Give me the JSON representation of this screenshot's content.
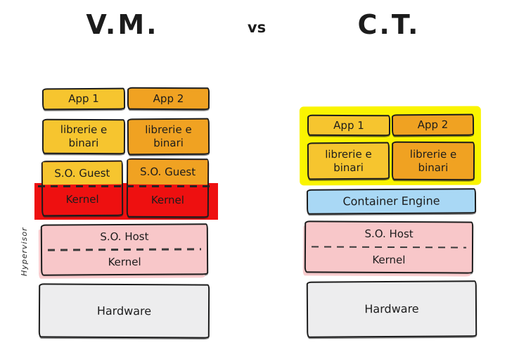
{
  "titles": {
    "left": "V.M.",
    "versus": "vs",
    "right": "C.T."
  },
  "colors": {
    "gold": "#F6C52F",
    "orange": "#F0A222",
    "red": "#EE1010",
    "pink": "#F8C7C9",
    "blue": "#A9D8F5",
    "gray": "#EDEDEE",
    "highlight": "#FAF400",
    "ink": "#1C1C1C"
  },
  "vm": {
    "apps": [
      "App 1",
      "App 2"
    ],
    "libs": [
      "librerie e\nbinari",
      "librerie e\nbinari"
    ],
    "guests": [
      {
        "os": "S.O. Guest",
        "kernel": "Kernel"
      },
      {
        "os": "S.O. Guest",
        "kernel": "Kernel"
      }
    ],
    "host": {
      "os": "S.O. Host",
      "kernel": "Kernel"
    },
    "hypervisor": "Hypervisor",
    "hardware": "Hardware"
  },
  "ct": {
    "apps": [
      "App 1",
      "App 2"
    ],
    "libs": [
      "librerie e\nbinari",
      "librerie e\nbinari"
    ],
    "engine": "Container Engine",
    "host": {
      "os": "S.O. Host",
      "kernel": "Kernel"
    },
    "hardware": "Hardware"
  }
}
